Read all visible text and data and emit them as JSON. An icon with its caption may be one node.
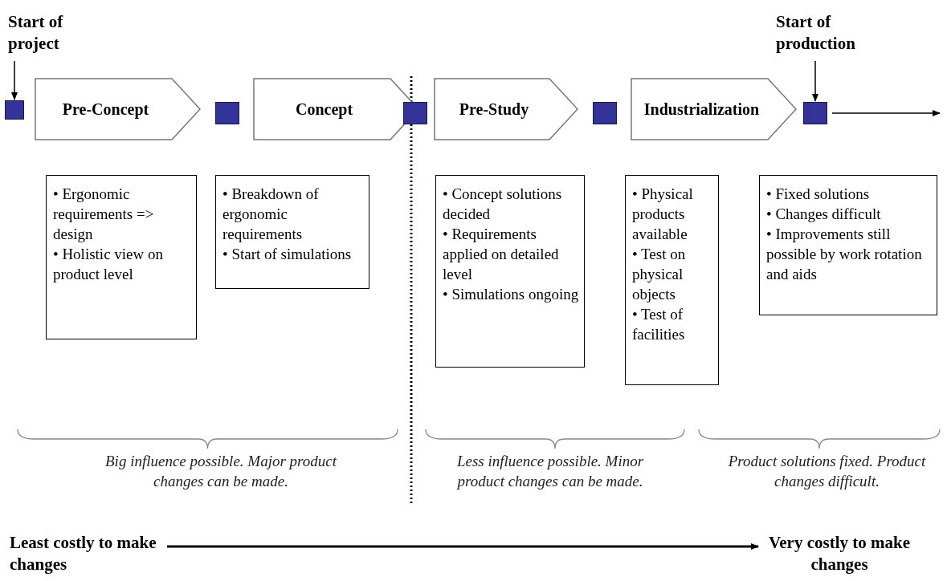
{
  "diagram": {
    "nodes": [
      {
        "text": [
          "Start of project"
        ]
      },
      {
        "text": [],
        "shape": "box"
      },
      {
        "text": [
          "Pre-Concept"
        ]
      },
      {
        "text": [],
        "shape": "box"
      },
      {
        "text": [
          "Concept"
        ]
      },
      {
        "text": [],
        "shape": "box"
      },
      {
        "text": [
          "Pre-Study"
        ]
      },
      {
        "text": [],
        "shape": "box"
      },
      {
        "text": [
          "Industrialization"
        ]
      },
      {
        "text": [
          "Start of production"
        ]
      },
      {
        "text": [],
        "shape": "box"
      },
      {
        "text": [
          "• Ergonomic requirements => design",
          "• Holistic view on product level"
        ]
      },
      {
        "text": [
          "• Breakdown of ergonomic requirements",
          "• Start of simulations"
        ]
      },
      {
        "text": [
          "• Concept solutions decided",
          "• Requirements applied on detailed level",
          "• Simulations ongoing"
        ]
      },
      {
        "text": [
          "• Physical products available",
          "• Test on physical objects",
          "• Test of facilities"
        ]
      },
      {
        "text": [
          "• Fixed solutions",
          "• Changes difficult",
          "• Improvements still possible by work rotation and aids"
        ]
      },
      {
        "text": [
          "Least costly to make changes"
        ]
      },
      {
        "text": [
          "Very costly to make changes"
        ]
      }
    ],
    "edges": [
      {
        "from": 0,
        "to": 1,
        "arrow": "to"
      },
      {
        "from": 9,
        "to": 10,
        "arrow": "to"
      },
      {
        "from": 10,
        "to": null,
        "arrow": "to"
      },
      {
        "from": 16,
        "to": 17,
        "arrow": "to"
      }
    ],
    "labels": [
      "Big influence possible. Major product changes can be made.",
      "Less influence possible. Minor product changes can be made.",
      "Product solutions fixed. Product changes difficult."
    ]
  }
}
